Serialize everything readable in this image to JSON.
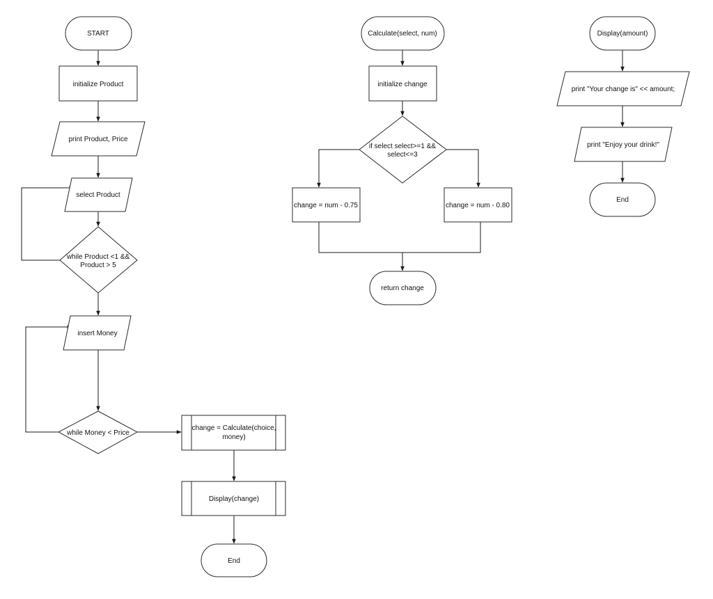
{
  "flowcharts": {
    "main": {
      "start": "START",
      "init_product": "initialize Product",
      "print_product_price": "print Product, Price",
      "select_product": "select Product",
      "while_product": [
        "while Product <1 &&",
        "Product > 5"
      ],
      "insert_money": "insert Money",
      "while_money": "while Money  < Price",
      "change_calc": [
        "change = Calculate(choice,",
        "money)"
      ],
      "display_change": "Display(change)",
      "end": "End"
    },
    "calculate": {
      "start": "Calculate(select, num)",
      "init_change": "initialize change",
      "if_select": [
        "if select select>=1 &&",
        "select<=3"
      ],
      "change_left": "change = num - 0.75",
      "change_right": "change = num - 0.80",
      "return_change": "return change"
    },
    "display": {
      "start": "Display(amount)",
      "print_change": "print \"Your change is\" << amount;",
      "print_enjoy": "print \"Enjoy your drink!\"",
      "end": "End"
    }
  }
}
